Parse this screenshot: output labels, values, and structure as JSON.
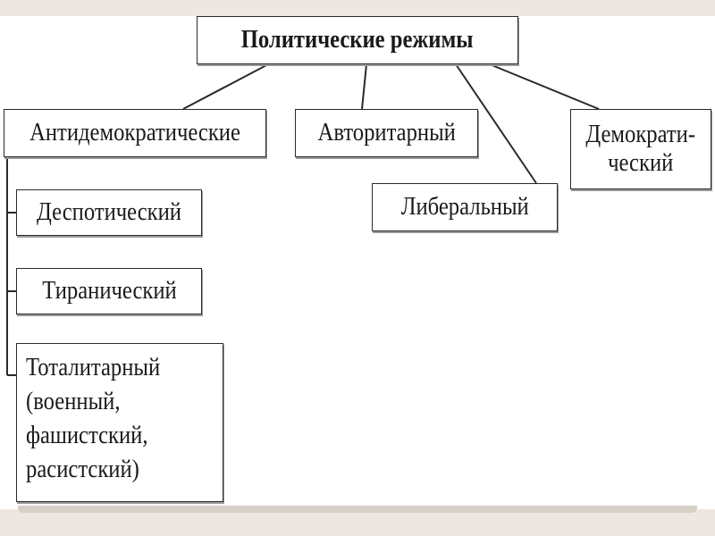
{
  "diagram": {
    "root": "Политические режимы",
    "categories": {
      "antidemocratic": "Антидемократические",
      "authoritarian": "Авторитарный",
      "liberal": "Либеральный",
      "democratic": "Демократи-\nческий"
    },
    "antidemocratic_types": {
      "despotic": "Деспотический",
      "tyrannical": "Тиранический",
      "totalitarian": "Тоталитарный\n(военный,\nфашистский,\nрасистский)"
    }
  },
  "colors": {
    "border": "#2a2a2a",
    "background": "#ffffff",
    "frame": "#ece7e0"
  }
}
